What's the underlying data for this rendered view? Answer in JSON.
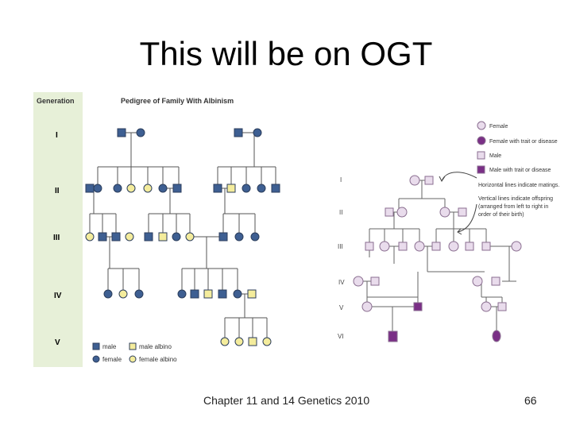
{
  "slide": {
    "title": "This will be on OGT",
    "footer": "Chapter 11 and 14 Genetics 2010",
    "page_number": "66"
  },
  "figure1": {
    "header_generation": "Generation",
    "header_title": "Pedigree of Family With Albinism",
    "generations": [
      "I",
      "II",
      "III",
      "IV",
      "V"
    ],
    "legend": {
      "male": "male",
      "female": "female",
      "male_albino": "male albino",
      "female_albino": "female albino"
    },
    "colors": {
      "unaffected": "#3e5f92",
      "albino": "#f4ec9c",
      "panel": "#e7f0d8"
    }
  },
  "figure2": {
    "generations": [
      "I",
      "II",
      "III",
      "IV",
      "V",
      "VI"
    ],
    "legend": {
      "female": "Female",
      "female_affected": "Female with trait or disease",
      "male": "Male",
      "male_affected": "Male with trait or disease",
      "note_horizontal": "Horizontal lines indicate matings.",
      "note_vertical_1": "Vertical lines indicate offspring",
      "note_vertical_2": "(arranged from left to right in",
      "note_vertical_3": "order of their birth)"
    },
    "colors": {
      "unaffected": "#e9dcec",
      "affected": "#7a2f86"
    }
  }
}
